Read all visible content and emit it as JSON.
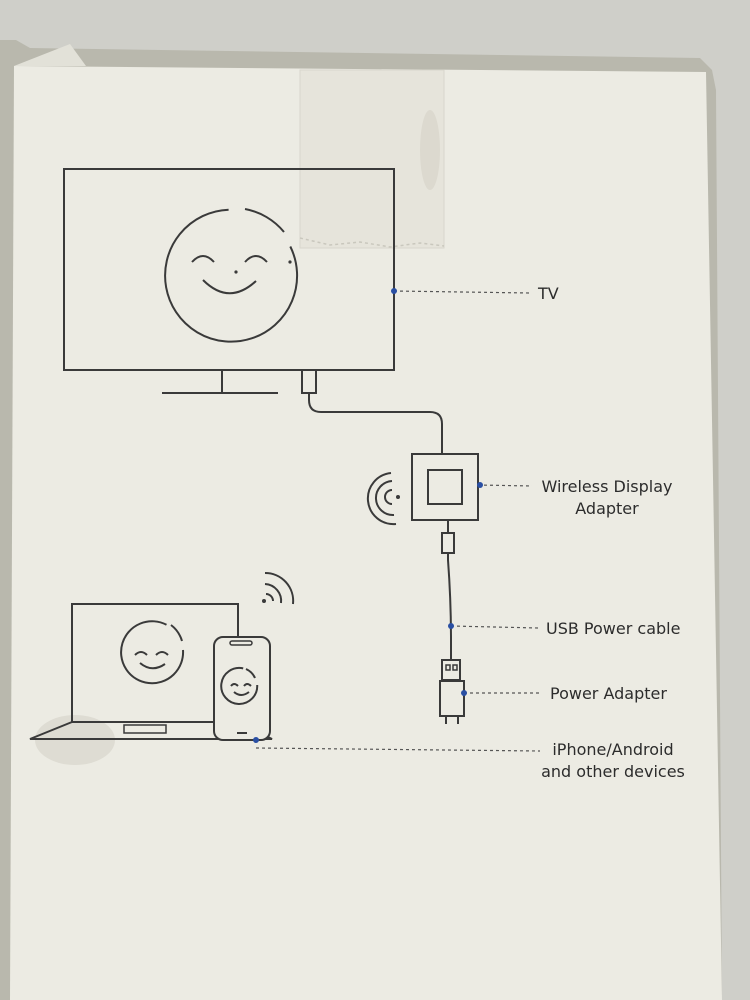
{
  "labels": {
    "tv": "TV",
    "adapter_line1": "Wireless Display",
    "adapter_line2": "Adapter",
    "usb_cable": "USB Power cable",
    "power_adapter": "Power Adapter",
    "devices_line1": "iPhone/Android",
    "devices_line2": "and other devices"
  },
  "colors": {
    "line": "#3a3a3a",
    "connector_dot": "#2a4fa3",
    "box_face": "#ecebe3",
    "tape": "#e5e3da"
  },
  "icons": [
    "smiley-face-icon",
    "wifi-signal-icon",
    "usb-plug-icon",
    "power-adapter-icon",
    "smartphone-icon",
    "laptop-icon"
  ]
}
